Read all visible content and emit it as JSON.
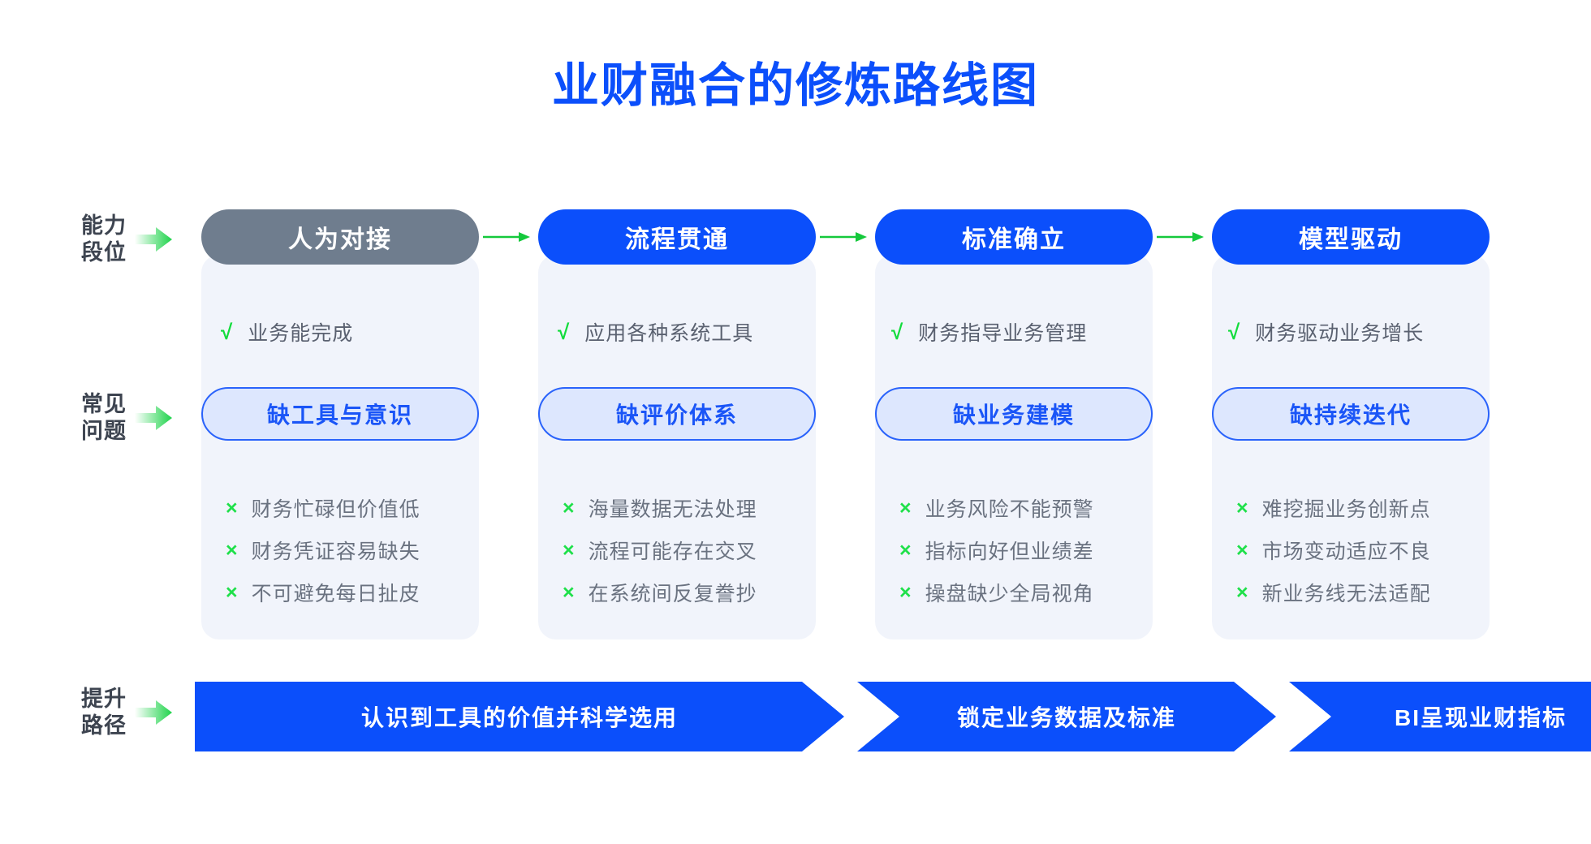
{
  "page": {
    "title": "业财融合的修炼路线图",
    "accent_blue": "#0b4ffb",
    "pill_gray": "#6f7d8e",
    "card_bg": "#f1f4fb",
    "green": "#12dc3c",
    "text_gray": "#5a6170"
  },
  "row_labels": [
    {
      "name": "capability-tier",
      "text": "能力\n段位",
      "icon": "arrow-right-icon"
    },
    {
      "name": "common-problems",
      "text": "常见\n问题",
      "icon": "arrow-right-icon"
    },
    {
      "name": "upgrade-path",
      "text": "提升\n路径",
      "icon": "arrow-right-icon"
    }
  ],
  "columns": [
    {
      "stage": "人为对接",
      "stage_style": "gray",
      "good": "业务能完成",
      "problem": "缺工具与意识",
      "bads": [
        "财务忙碌但价值低",
        "财务凭证容易缺失",
        "不可避免每日扯皮"
      ]
    },
    {
      "stage": "流程贯通",
      "stage_style": "blue",
      "good": "应用各种系统工具",
      "problem": "缺评价体系",
      "bads": [
        "海量数据无法处理",
        "流程可能存在交叉",
        "在系统间反复誊抄"
      ]
    },
    {
      "stage": "标准确立",
      "stage_style": "blue",
      "good": "财务指导业务管理",
      "problem": "缺业务建模",
      "bads": [
        "业务风险不能预警",
        "指标向好但业绩差",
        "操盘缺少全局视角"
      ]
    },
    {
      "stage": "模型驱动",
      "stage_style": "blue",
      "good": "财务驱动业务增长",
      "problem": "缺持续迭代",
      "bads": [
        "难挖掘业务创新点",
        "市场变动适应不良",
        "新业务线无法适配"
      ]
    }
  ],
  "marks": {
    "tick": "√",
    "cross": "×"
  },
  "path_steps": [
    {
      "label": "认识到工具的价值并科学选用"
    },
    {
      "label": "锁定业务数据及标准"
    },
    {
      "label": "BI呈现业财指标"
    }
  ]
}
